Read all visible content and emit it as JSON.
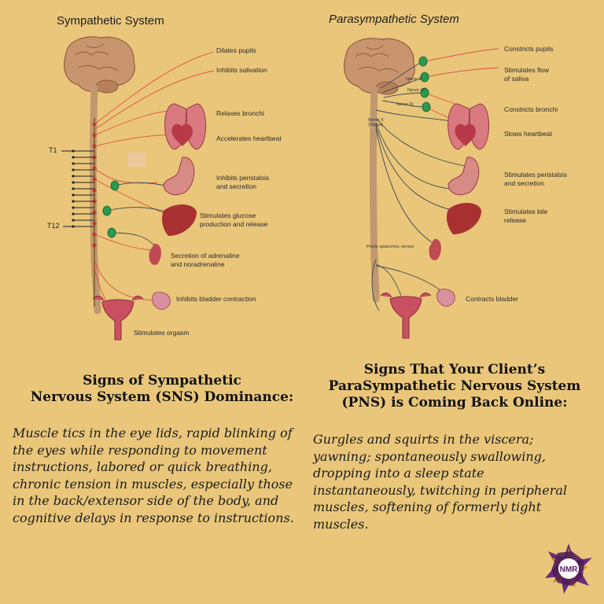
{
  "sympathetic": {
    "title": "Sympathetic System",
    "labels": [
      "Dilates pupils",
      "Inhibits salivation",
      "Relaxes bronchi",
      "Accelerates heartbeat",
      "Inhibits peristalsis\nand secretion",
      "Stimulates glucose\nproduction and release",
      "Secretion of adrenaline\nand noradrenaline",
      "Inhibits bladder contraction",
      "Stimulates orgasm"
    ],
    "t1": "T1",
    "t12": "T12"
  },
  "parasympathetic": {
    "title": "Parasympathetic System",
    "labels": [
      "Constricts pupils",
      "Stimulates flow\nof saliva",
      "Constricts bronchi",
      "Slows heartbeat",
      "Stimulates peristalsis\nand secretion",
      "Stimulates bile\nrelease",
      "Contracts bladder"
    ],
    "nerves": [
      "Nerve III",
      "Nerve VII",
      "Nerve IX",
      "Nerve X\n(Vagus)",
      "Pelvic splanchnic nerves"
    ]
  },
  "sns": {
    "heading": "Signs of Sympathetic\nNervous System (SNS) Dominance:",
    "body": "Muscle tics in the eye lids, rapid blinking of the eyes while responding to movement instructions, labored or quick breathing, chronic tension in muscles, especially those in the back/extensor side of the body, and cognitive delays in response to instructions."
  },
  "pns": {
    "heading": "Signs That Your Client’s\nParaSympathetic Nervous System\n(PNS) is Coming Back Online:",
    "body": "Gurgles and squirts in the viscera; yawning; spontaneously swallowing, dropping into a sleep state instantaneously, twitching in peripheral muscles, softening of formerly tight muscles."
  },
  "logo": {
    "text": "NMR"
  },
  "colors": {
    "background": "#e9c67a",
    "nerve_red": "#e0523f",
    "nerve_dark": "#3a4a52",
    "ganglion": "#2a9a50",
    "organ": "#b83a48"
  }
}
